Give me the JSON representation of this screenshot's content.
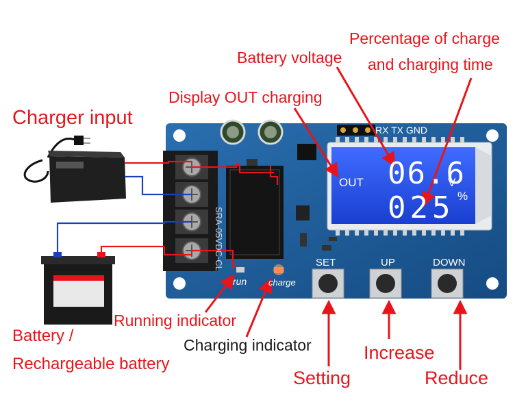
{
  "labels": {
    "charger_input": "Charger input",
    "battery_voltage": "Battery voltage",
    "percentage_line1": "Percentage of charge",
    "percentage_line2": "and charging time",
    "display_out": "Display OUT charging",
    "running_indicator": "Running indicator",
    "charging_indicator": "Charging indicator",
    "battery_line1": "Battery /",
    "battery_line2": "Rechargeable battery",
    "increase": "Increase",
    "setting": "Setting",
    "reduce": "Reduce"
  },
  "board": {
    "header_pins": "RX TX GND",
    "set": "SET",
    "up": "UP",
    "down": "DOWN",
    "run": "run",
    "charge": "charge",
    "relay_text": "SRA-05VDC-CL",
    "terminal_signs": [
      "+",
      "−",
      "−",
      "+"
    ]
  },
  "lcd": {
    "out": "OUT",
    "voltage": "06.6",
    "voltage_unit": "V",
    "percent": "025",
    "percent_unit": "%"
  },
  "colors": {
    "annotation": "#e8141b",
    "pcb": "#1d5d9a",
    "lcd": "#1f4fe0",
    "wire_positive": "#e8141b",
    "wire_negative": "#1a3fbf"
  }
}
